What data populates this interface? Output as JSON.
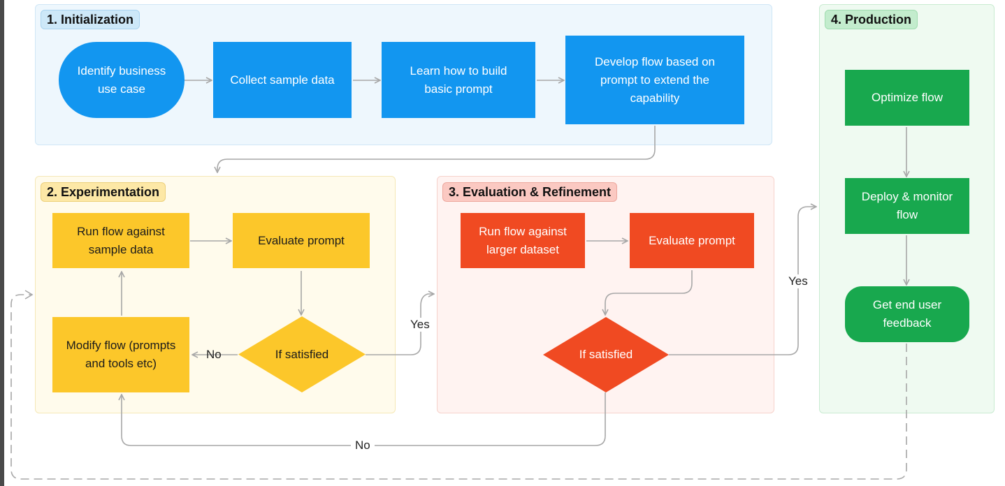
{
  "colors": {
    "init_bg": "#eef7fd",
    "init_border": "#cfe6f6",
    "init_tag": "#cde8f8",
    "exp_bg": "#fffbec",
    "exp_border": "#f5e8b6",
    "exp_tag": "#fde8a6",
    "eval_bg": "#fff3f1",
    "eval_border": "#f6d2cb",
    "eval_tag": "#fbc9c2",
    "prod_bg": "#effaf1",
    "prod_border": "#c9ebd1",
    "prod_tag": "#c3eccd",
    "blue": "#1296f0",
    "yellow": "#fcc72a",
    "red": "#f04a22",
    "green": "#18a84e",
    "arrow": "#a7a7a7"
  },
  "stages": {
    "initialization": {
      "title": "1. Initialization",
      "nodes": {
        "identify": "Identify business use case",
        "collect": "Collect sample data",
        "learn": "Learn how to build basic prompt",
        "develop": "Develop flow based on prompt to extend the capability"
      }
    },
    "experimentation": {
      "title": "2. Experimentation",
      "nodes": {
        "run": "Run flow against sample data",
        "evaluate": "Evaluate prompt",
        "modify": "Modify flow (prompts and tools etc)",
        "decision": "If satisfied"
      }
    },
    "evaluation": {
      "title": "3. Evaluation & Refinement",
      "nodes": {
        "run": "Run flow against larger dataset",
        "evaluate": "Evaluate prompt",
        "decision": "If satisfied"
      }
    },
    "production": {
      "title": "4. Production",
      "nodes": {
        "optimize": "Optimize flow",
        "deploy": "Deploy & monitor flow",
        "feedback": "Get end user feedback"
      }
    }
  },
  "edge_labels": {
    "exp_no": "No",
    "exp_yes": "Yes",
    "eval_yes": "Yes",
    "eval_no": "No"
  }
}
